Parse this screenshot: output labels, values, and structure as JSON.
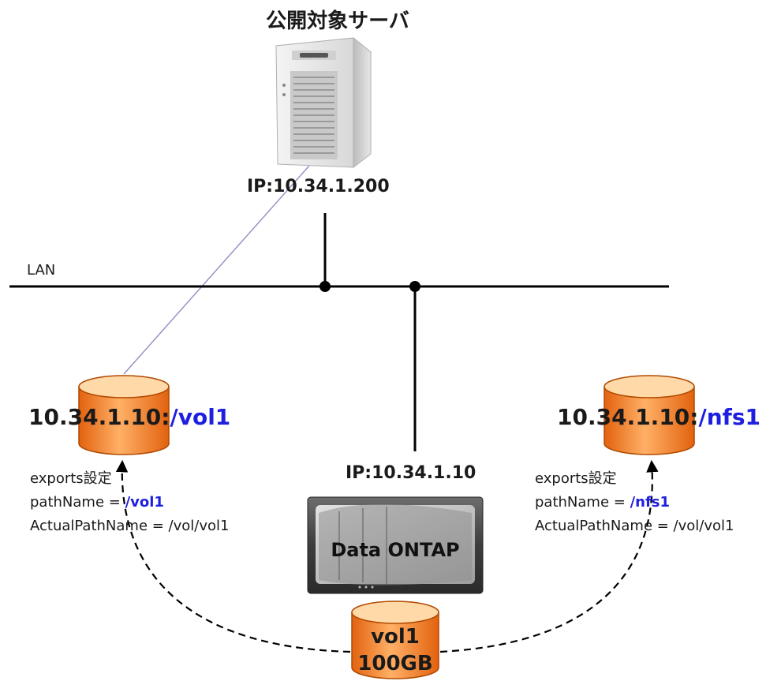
{
  "title": "公開対象サーバ",
  "server": {
    "ip": "IP:10.34.1.200",
    "icon": "tower-server-icon"
  },
  "lan": {
    "label": "LAN"
  },
  "storage": {
    "ip": "IP:10.34.1.10",
    "product_label": "Data ONTAP",
    "icon": "storage-appliance-icon"
  },
  "volume": {
    "name": "vol1",
    "size": "100GB"
  },
  "left_export": {
    "host": "10.34.1.10:",
    "path": "/vol1",
    "settings_label": "exports設定",
    "pathname_prefix": "pathName = ",
    "pathname_value": "/vol1",
    "actual_path": "ActualPathName = /vol/vol1"
  },
  "right_export": {
    "host": "10.34.1.10:",
    "path": "/nfs1",
    "settings_label": "exports設定",
    "pathname_prefix": "pathName = ",
    "pathname_value": "/nfs1",
    "actual_path": "ActualPathName = /vol/vol1"
  },
  "colors": {
    "cylinder": "#f07a1e",
    "cylinder_top": "#ffd9a8",
    "path_text": "#1f1fe0",
    "mount_link": "#8f8fc4",
    "network": "#000000"
  }
}
